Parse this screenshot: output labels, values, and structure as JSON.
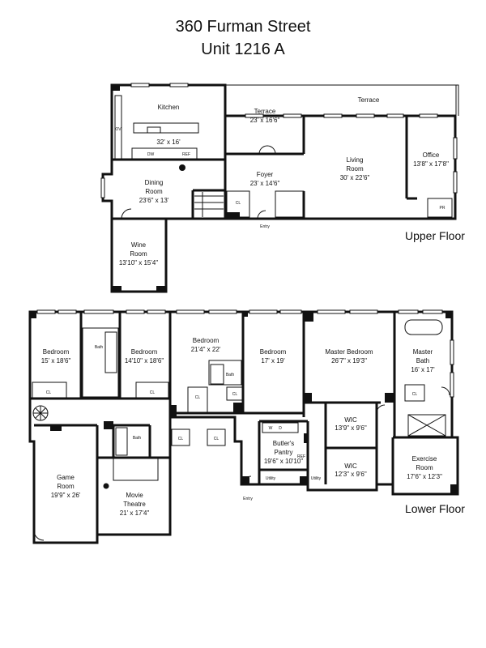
{
  "header": {
    "address": "360 Furman Street",
    "unit": "Unit 1216 A"
  },
  "upper_floor": {
    "label": "Upper Floor",
    "rooms": {
      "kitchen": {
        "name": "Kitchen",
        "dims": "32' x 16'"
      },
      "terrace_small": {
        "name": "Terrace",
        "dims": "23' x 16'6\""
      },
      "terrace_long": {
        "name": "Terrace"
      },
      "dining": {
        "name": "Dining Room",
        "name_l1": "Dining",
        "name_l2": "Room",
        "dims": "23'6\" x 13'"
      },
      "foyer": {
        "name": "Foyer",
        "dims": "23' x 14'6\""
      },
      "living": {
        "name": "Living Room",
        "name_l1": "Living",
        "name_l2": "Room",
        "dims": "30' x 22'6\""
      },
      "office": {
        "name": "Office",
        "dims": "13'8\" x 17'8\""
      },
      "wine": {
        "name": "Wine Room",
        "name_l1": "Wine",
        "name_l2": "Room",
        "dims": "13'10\" x 15'4\""
      }
    },
    "fixtures": {
      "dw": "DW",
      "ref": "REF",
      "ov": "OV",
      "cl": "CL",
      "pr": "PR",
      "entry": "Entry"
    }
  },
  "lower_floor": {
    "label": "Lower Floor",
    "rooms": {
      "bed1": {
        "name": "Bedroom",
        "dims": "15' x 18'6\""
      },
      "bed2": {
        "name": "Bedroom",
        "dims": "14'10\" x 18'6\""
      },
      "bed3": {
        "name": "Bedroom",
        "dims": "21'4\" x 22'"
      },
      "bed4": {
        "name": "Bedroom",
        "dims": "17' x 19'"
      },
      "master_bed": {
        "name": "Master Bedroom",
        "dims": "26'7\" x 19'3\""
      },
      "master_bath": {
        "name": "Master Bath",
        "name_l1": "Master",
        "name_l2": "Bath",
        "dims": "16' x 17'"
      },
      "wic1": {
        "name": "WIC",
        "dims": "13'9\" x 9'6\""
      },
      "wic2": {
        "name": "WIC",
        "dims": "12'3\" x 9'6\""
      },
      "butlers": {
        "name": "Butler's Pantry",
        "name_l1": "Butler's",
        "name_l2": "Pantry",
        "dims": "19'6\" x 10'10\""
      },
      "exercise": {
        "name": "Exercise Room",
        "name_l1": "Exercise",
        "name_l2": "Room",
        "dims": "17'6\" x 12'3\""
      },
      "game": {
        "name": "Game Room",
        "name_l1": "Game",
        "name_l2": "Room",
        "dims": "19'9\" x 26'"
      },
      "movie": {
        "name": "Movie Theatre",
        "name_l1": "Movie",
        "name_l2": "Theatre",
        "dims": "21' x 17'4\""
      }
    },
    "fixtures": {
      "bath": "Bath",
      "cl": "CL",
      "utility": "Utility",
      "w": "W",
      "d": "D",
      "ref": "REF",
      "entry": "Entry"
    }
  }
}
